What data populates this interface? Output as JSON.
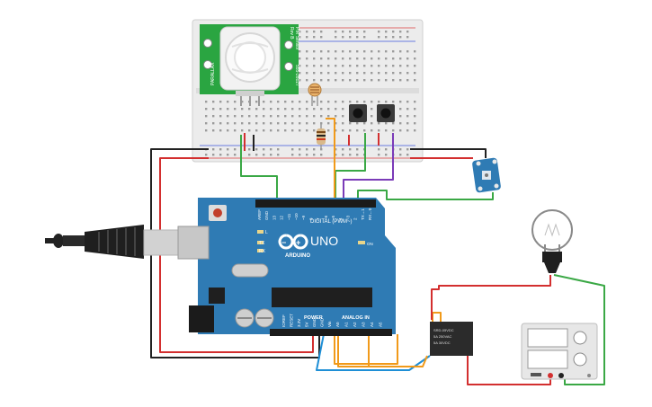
{
  "arduino": {
    "brand": "ARDUINO",
    "model": "UNO",
    "digital_label": "DIGITAL (PWM~)",
    "power_label": "POWER",
    "analog_label": "ANALOG IN",
    "on_label": "ON",
    "l_label": "L",
    "tx_label": "TX",
    "rx_label": "RX",
    "digital_pins": [
      "AREF",
      "GND",
      "13",
      "12",
      "~11",
      "~10",
      "~9",
      "8",
      "7",
      "~6",
      "~5",
      "4",
      "~3",
      "2",
      "TX→1",
      "RX←0"
    ],
    "power_pins": [
      "IOREF",
      "RESET",
      "3.3V",
      "5V",
      "GND",
      "GND",
      "Vin"
    ],
    "analog_pins": [
      "A0",
      "A1",
      "A2",
      "A3",
      "A4",
      "A5"
    ],
    "board_color": "#2f7bb4"
  },
  "pir_sensor": {
    "label_left": "PARALLAX",
    "label_right_1": "PIR Sensor",
    "label_right_2": "Rev B",
    "label_bottom": "555-28027",
    "board_color": "#2aa541"
  },
  "relay": {
    "line1": "SRD-05VDC",
    "line2": "5A 250VAC",
    "line3": "5A 30VDC",
    "color": "#2b2b2b"
  },
  "power_supply": {
    "color": "#e7e7e7"
  },
  "wire_colors": {
    "red": "#d32f2f",
    "black": "#222222",
    "green": "#3aa845",
    "orange": "#f19a1a",
    "blue": "#1f8fd6",
    "purple": "#7b3bb8"
  }
}
